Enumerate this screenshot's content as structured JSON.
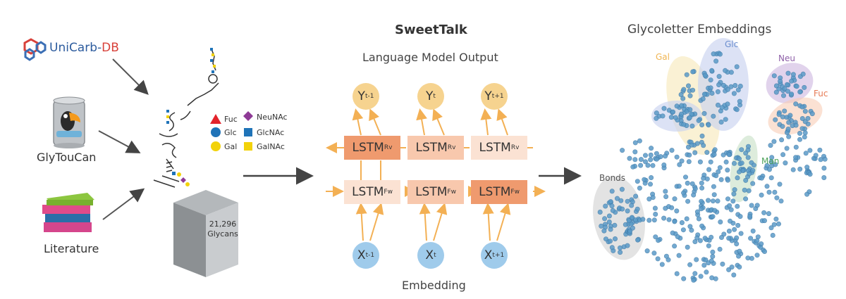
{
  "sources": {
    "unicarb": {
      "part1": "UniCarb-",
      "part2": "DB"
    },
    "glytoucan": "GlyTouCan",
    "literature": "Literature"
  },
  "box": {
    "count": "21,296",
    "label": "Glycans"
  },
  "legend": [
    {
      "label": "Fuc",
      "shape": "triangle",
      "color": "#e3232b"
    },
    {
      "label": "NeuNAc",
      "shape": "diamond",
      "color": "#8e3a96"
    },
    {
      "label": "Glc",
      "shape": "circle",
      "color": "#1f73b8"
    },
    {
      "label": "GlcNAc",
      "shape": "square",
      "color": "#1f73b8"
    },
    {
      "label": "Gal",
      "shape": "circle",
      "color": "#f2d20a"
    },
    {
      "label": "GalNAc",
      "shape": "square",
      "color": "#f2d20a"
    }
  ],
  "model": {
    "title": "SweetTalk",
    "output_label": "Language Model Output",
    "embedding_label": "Embedding",
    "outputs": [
      {
        "base": "Y",
        "sub": "t-1"
      },
      {
        "base": "Y",
        "sub": "t"
      },
      {
        "base": "Y",
        "sub": "t+1"
      }
    ],
    "inputs": [
      {
        "base": "X",
        "sub": "t-1"
      },
      {
        "base": "X",
        "sub": "t"
      },
      {
        "base": "X",
        "sub": "t+1"
      }
    ],
    "rv": {
      "base": "LSTM",
      "sub": "Rv"
    },
    "fw": {
      "base": "LSTM",
      "sub": "Fw"
    }
  },
  "embeddings": {
    "title": "Glycoletter Embeddings",
    "clusters": [
      {
        "name": "Gal",
        "color": "#f0b552"
      },
      {
        "name": "Glc",
        "color": "#6b8fcf"
      },
      {
        "name": "Neu",
        "color": "#8e5fa8"
      },
      {
        "name": "Fuc",
        "color": "#e67a55"
      },
      {
        "name": "Man",
        "color": "#4ea35a"
      },
      {
        "name": "Bonds",
        "color": "#555555"
      }
    ],
    "point_color": "#5b9bc8"
  }
}
